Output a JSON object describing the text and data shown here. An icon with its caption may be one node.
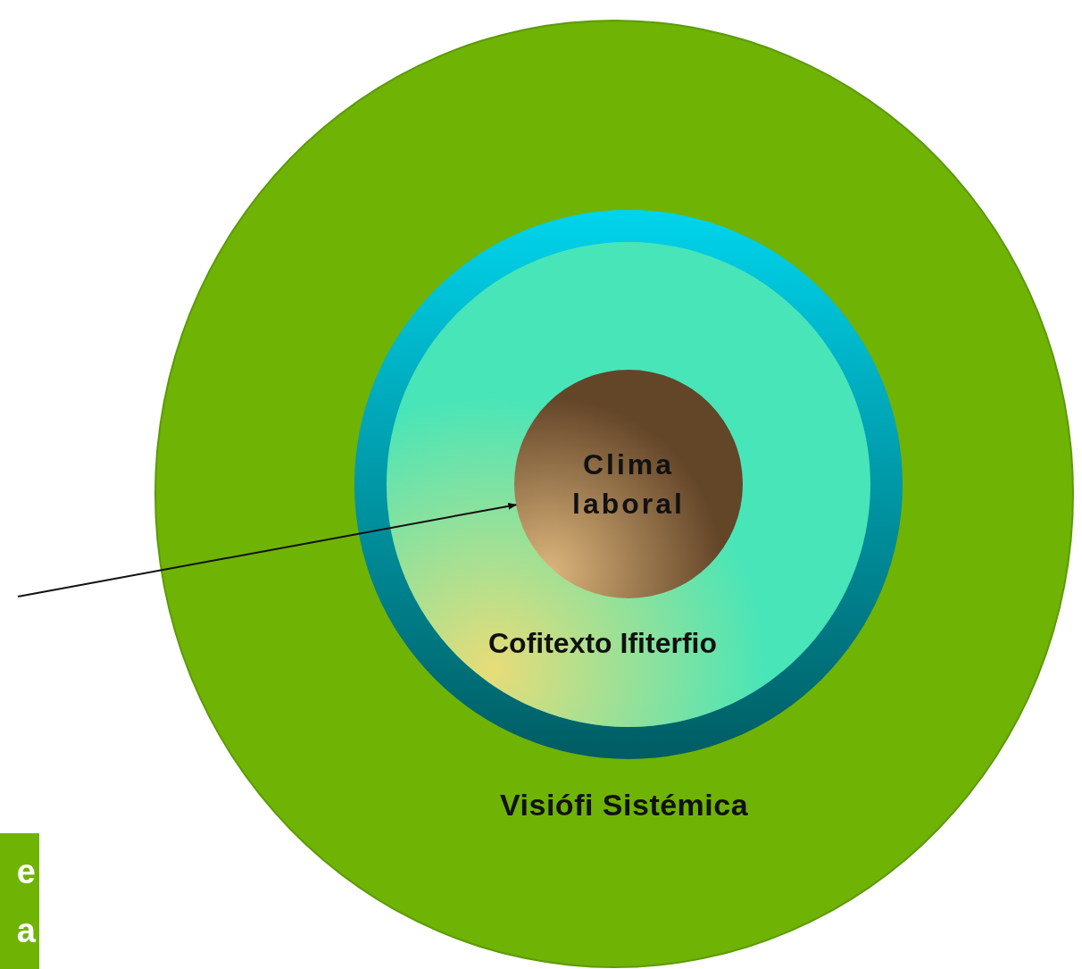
{
  "diagram": {
    "nodes": [
      {
        "text": [
          "Visiófi Sistémica"
        ]
      },
      {
        "text": [
          "Cofitexto Ifiterfio"
        ],
        "in": 0
      },
      {
        "text": [
          "Clima laboral"
        ],
        "in": 1
      },
      {
        "text": [
          "e",
          "a"
        ]
      }
    ],
    "edges": [
      {
        "from": null,
        "to": 2,
        "arrow": "to"
      }
    ]
  }
}
